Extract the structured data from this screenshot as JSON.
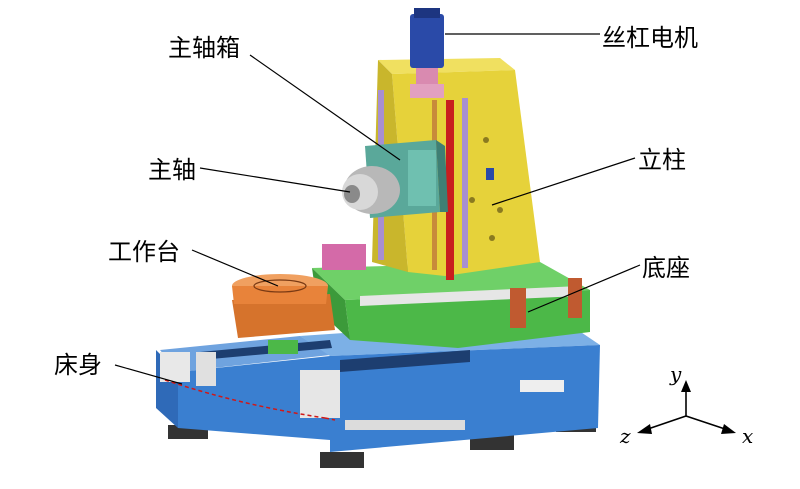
{
  "labels": {
    "screw_motor": "丝杠电机",
    "spindle_box": "主轴箱",
    "spindle": "主轴",
    "column": "立柱",
    "worktable": "工作台",
    "base": "底座",
    "bed": "床身"
  },
  "axes": {
    "x": "x",
    "y": "y",
    "z": "z"
  },
  "colors": {
    "bed": "#3a7fd0",
    "base": "#4cb848",
    "column": "#e6d23a",
    "spindle_box": "#5aa89a",
    "worktable": "#e8833a",
    "motor": "#2a4aa8",
    "leader": "#000000"
  }
}
